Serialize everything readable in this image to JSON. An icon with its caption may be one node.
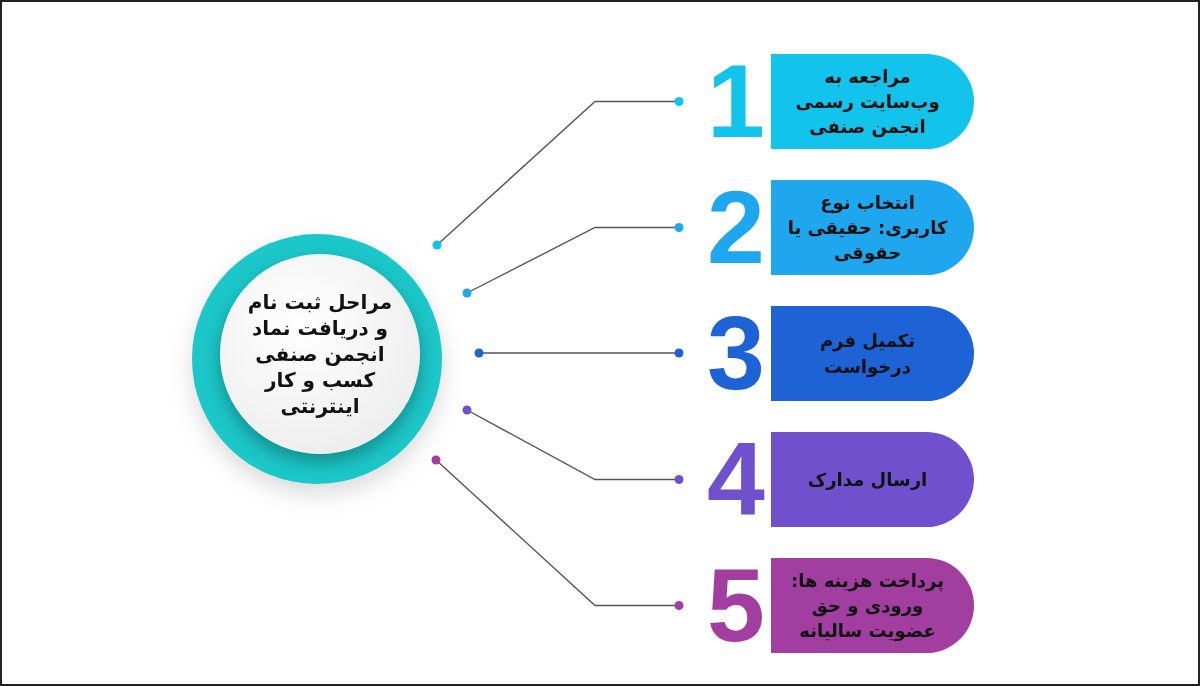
{
  "diagram": {
    "nodes": [
      {
        "text": [
          "مراحل ثبت نام و دریافت نماد انجمن صنفی کسب و کار اینترنتی"
        ]
      },
      {
        "text": [
          "مراجعه به وب‌سایت رسمی انجمن صنفی",
          "1"
        ]
      },
      {
        "text": [
          "انتخاب نوع کاربری: حقیقی یا حقوقی",
          "2"
        ]
      },
      {
        "text": [
          "تکمیل فرم درخواست",
          "3"
        ]
      },
      {
        "text": [
          "ارسال مدارک",
          "4"
        ]
      },
      {
        "text": [
          "پرداخت هزینه ها: ورودی و حق عضویت سالیانه",
          "5"
        ]
      }
    ],
    "edges": [
      {
        "from": 0,
        "to": 1,
        "arrow": "other"
      },
      {
        "from": 0,
        "to": 2,
        "arrow": "other"
      },
      {
        "from": 0,
        "to": 3,
        "arrow": "other"
      },
      {
        "from": 0,
        "to": 4,
        "arrow": "other"
      },
      {
        "from": 0,
        "to": 5,
        "arrow": "other"
      }
    ]
  }
}
